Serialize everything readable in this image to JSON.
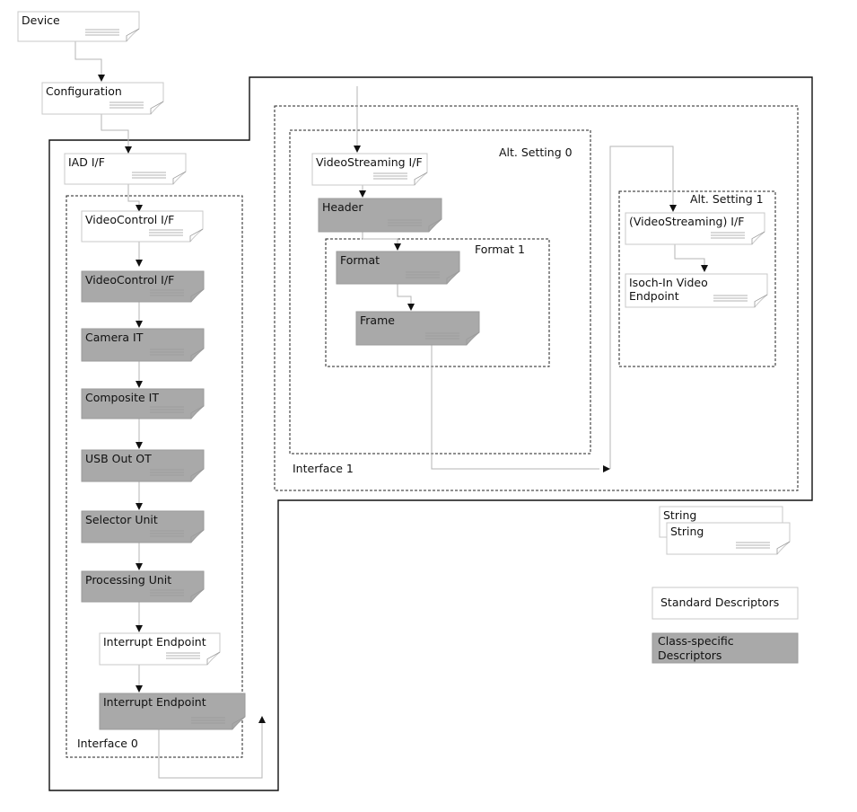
{
  "nodes": {
    "device": "Device",
    "configuration": "Configuration",
    "iad": "IAD I/F",
    "vc_std": "VideoControl I/F",
    "vc_cls": "VideoControl I/F",
    "camera_it": "Camera IT",
    "composite_it": "Composite IT",
    "usb_out_ot": "USB Out OT",
    "selector_unit": "Selector Unit",
    "processing_unit": "Processing Unit",
    "int_ep_std": "Interrupt Endpoint",
    "int_ep_cls": "Interrupt Endpoint",
    "vs_std": "VideoStreaming I/F",
    "header": "Header",
    "format": "Format",
    "frame": "Frame",
    "vs_alt1": "(VideoStreaming) I/F",
    "isoch_line1": "Isoch-In Video",
    "isoch_line2": "Endpoint",
    "string_back": "String",
    "string_front": "String"
  },
  "groups": {
    "interface0": "Interface 0",
    "interface1": "Interface 1",
    "alt_setting0": "Alt. Setting 0",
    "alt_setting1": "Alt. Setting 1",
    "format1": "Format 1"
  },
  "legend": {
    "standard": "Standard Descriptors",
    "class_line1": "Class-specific",
    "class_line2": "Descriptors"
  },
  "colors": {
    "standard_fill": "#ffffff",
    "class_fill": "#a9a9a9"
  }
}
